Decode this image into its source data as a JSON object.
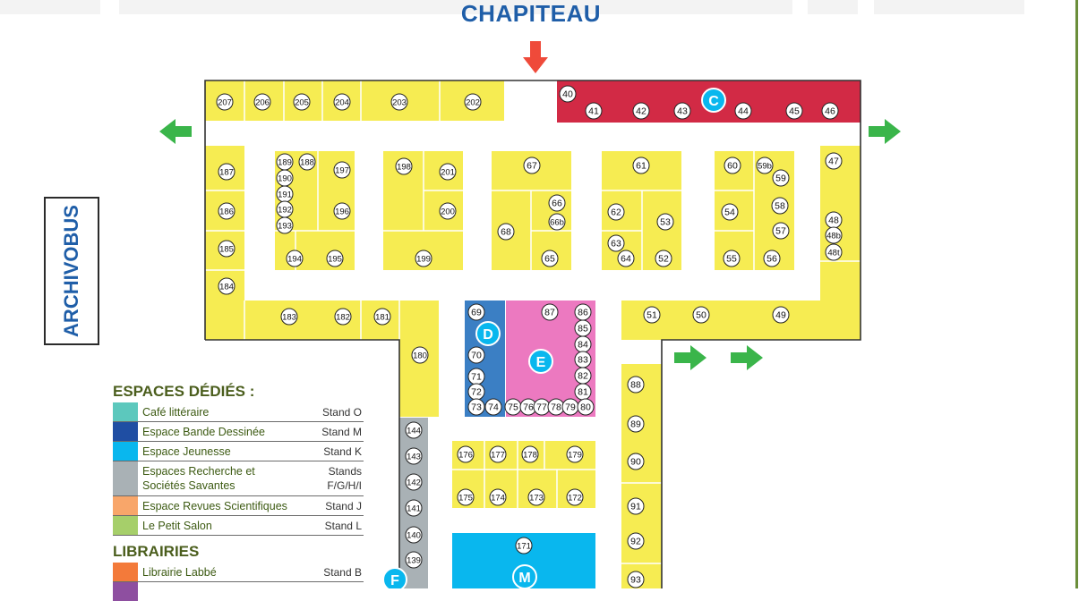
{
  "map_title": "CHAPITEAU",
  "side_label": "ARCHIVOBUS",
  "colors": {
    "stand_yellow": "#f6ec52",
    "chapiteau_red": "#d22a45",
    "bd_blue": "#3b7fc4",
    "jeunesse_pink": "#ec79c0",
    "espace_jeunesse_cyan": "#09b7ee",
    "recherche_grey": "#a9b1b5",
    "exit_green": "#3ab54a",
    "entrance_red": "#ef4a3a"
  },
  "zone_badges": {
    "c": "C",
    "d": "D",
    "e": "E",
    "f": "F",
    "m": "M"
  },
  "stand_numbers": {
    "top_row": [
      "207",
      "206",
      "205",
      "204",
      "203",
      "202"
    ],
    "red_row": [
      "40",
      "41",
      "42",
      "43",
      "44",
      "45",
      "46"
    ],
    "left_column": [
      "187",
      "186",
      "185",
      "184"
    ],
    "block_a": [
      "189",
      "188",
      "190",
      "191",
      "192",
      "193",
      "197",
      "196",
      "194",
      "195"
    ],
    "block_b": [
      "198",
      "201",
      "200",
      "199"
    ],
    "block_c": [
      "67",
      "66",
      "66b",
      "68",
      "65"
    ],
    "block_d": [
      "61",
      "62",
      "53",
      "63",
      "64",
      "52"
    ],
    "block_e": [
      "60",
      "59b",
      "59",
      "54",
      "58",
      "57",
      "55",
      "56"
    ],
    "right_column": [
      "47",
      "48",
      "48b",
      "48t"
    ],
    "bottom_left_row": [
      "183",
      "182",
      "181",
      "180"
    ],
    "bottom_right_row": [
      "51",
      "50",
      "49"
    ],
    "zone_d": [
      "69",
      "70",
      "71",
      "72",
      "73",
      "74"
    ],
    "zone_e": [
      "87",
      "86",
      "85",
      "84",
      "83",
      "82",
      "81",
      "75",
      "76",
      "77",
      "78",
      "79",
      "80"
    ],
    "right_lower_column": [
      "88",
      "89",
      "90",
      "91",
      "92",
      "93"
    ],
    "grey_column": [
      "144",
      "143",
      "142",
      "141",
      "140",
      "139"
    ],
    "center_lower": [
      "176",
      "177",
      "178",
      "179",
      "175",
      "174",
      "173",
      "172"
    ],
    "zone_m": [
      "171"
    ]
  },
  "legend": {
    "dedicated_title": "ESPACES DÉDIÉS :",
    "dedicated": [
      {
        "label": "Café littéraire",
        "stand": "Stand O",
        "color": "#5cc8bd"
      },
      {
        "label": "Espace Bande Dessinée",
        "stand": "Stand M",
        "color": "#1f4ea3"
      },
      {
        "label": "Espace Jeunesse",
        "stand": "Stand K",
        "color": "#09b7ee"
      },
      {
        "label": "Espaces Recherche et Sociétés Savantes",
        "stand": "Stands F/G/H/I",
        "color": "#a9b1b5"
      },
      {
        "label": "Espace Revues Scientifiques",
        "stand": "Stand J",
        "color": "#f8a66a"
      },
      {
        "label": "Le Petit Salon",
        "stand": "Stand L",
        "color": "#a6cf6a"
      }
    ],
    "bookshops_title": "LIBRAIRIES",
    "bookshops": [
      {
        "label": "Librairie Labbé",
        "stand": "Stand B",
        "color": "#f37a3a"
      }
    ]
  }
}
